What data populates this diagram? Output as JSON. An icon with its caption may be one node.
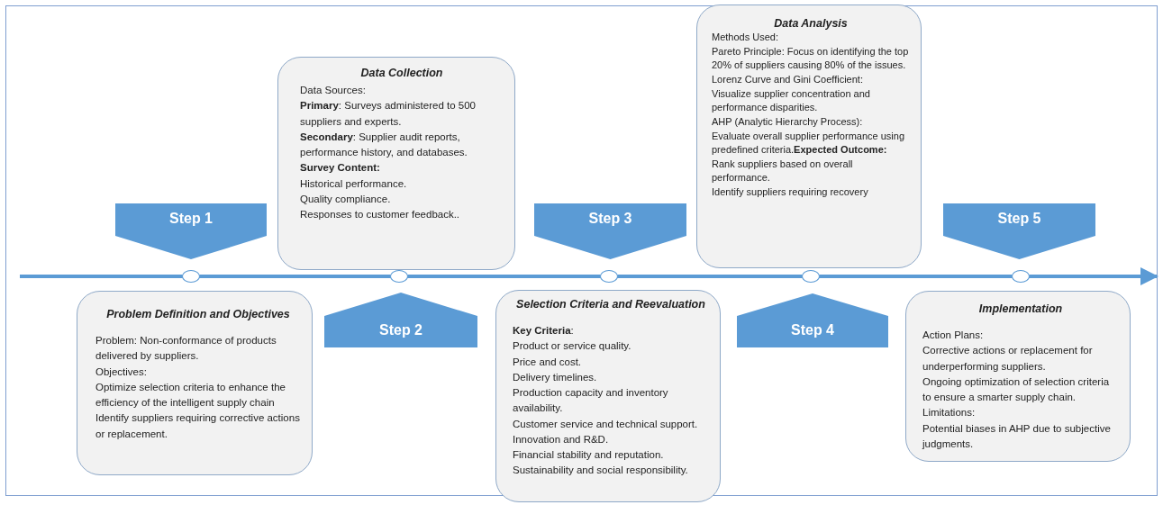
{
  "diagram": {
    "nodes": [
      {
        "text": [
          "Step 1"
        ]
      },
      {
        "text": [
          "Step 2"
        ]
      },
      {
        "text": [
          "Step 3"
        ]
      },
      {
        "text": [
          "Step 4"
        ]
      },
      {
        "text": [
          "Step 5"
        ]
      },
      {
        "text": [],
        "shape": "circle"
      },
      {
        "text": [],
        "shape": "circle"
      },
      {
        "text": [],
        "shape": "circle"
      },
      {
        "text": [],
        "shape": "circle"
      },
      {
        "text": [],
        "shape": "circle"
      },
      {
        "text": [
          "Problem Definition and Objectives",
          "Problem: Non-conformance of products delivered by suppliers.",
          "Objectives:",
          "Optimize selection criteria to enhance the efficiency of the intelligent supply chain",
          "Identify suppliers requiring corrective actions or replacement."
        ]
      },
      {
        "text": [
          "Data Collection",
          "Data Sources:",
          "**Primary**: Surveys administered to 500 suppliers and experts.",
          "**Secondary**: Supplier audit reports, performance history, and databases.",
          "**Survey Content:**",
          "Historical performance.",
          "Quality compliance.",
          "Responses to customer feedback.."
        ]
      },
      {
        "text": [
          "Selection Criteria and Reevaluation",
          "**Key Criteria**:",
          "Product or service quality.",
          "Price and cost.",
          "Delivery timelines.",
          "Production capacity and inventory availability.",
          "Customer service and technical support.",
          "Innovation and R&D.",
          "Financial stability and reputation.",
          "Sustainability and social responsibility."
        ]
      },
      {
        "text": [
          "Data Analysis",
          "Methods Used:",
          "Pareto Principle: Focus on identifying the top 20% of suppliers causing 80% of the issues.",
          "Lorenz Curve and Gini Coefficient:",
          "Visualize supplier concentration and performance disparities.",
          "AHP (Analytic Hierarchy Process):",
          "Evaluate overall supplier performance using predefined criteria.**Expected Outcome:**",
          "Rank suppliers based on overall performance.",
          "Identify suppliers requiring recovery"
        ]
      },
      {
        "text": [
          "Implementation",
          "Action Plans:",
          "Corrective actions or replacement for underperforming suppliers.",
          "Ongoing optimization of selection criteria to ensure a smarter supply chain.",
          "Limitations:",
          "Potential biases in AHP due to subjective judgments."
        ]
      }
    ]
  }
}
